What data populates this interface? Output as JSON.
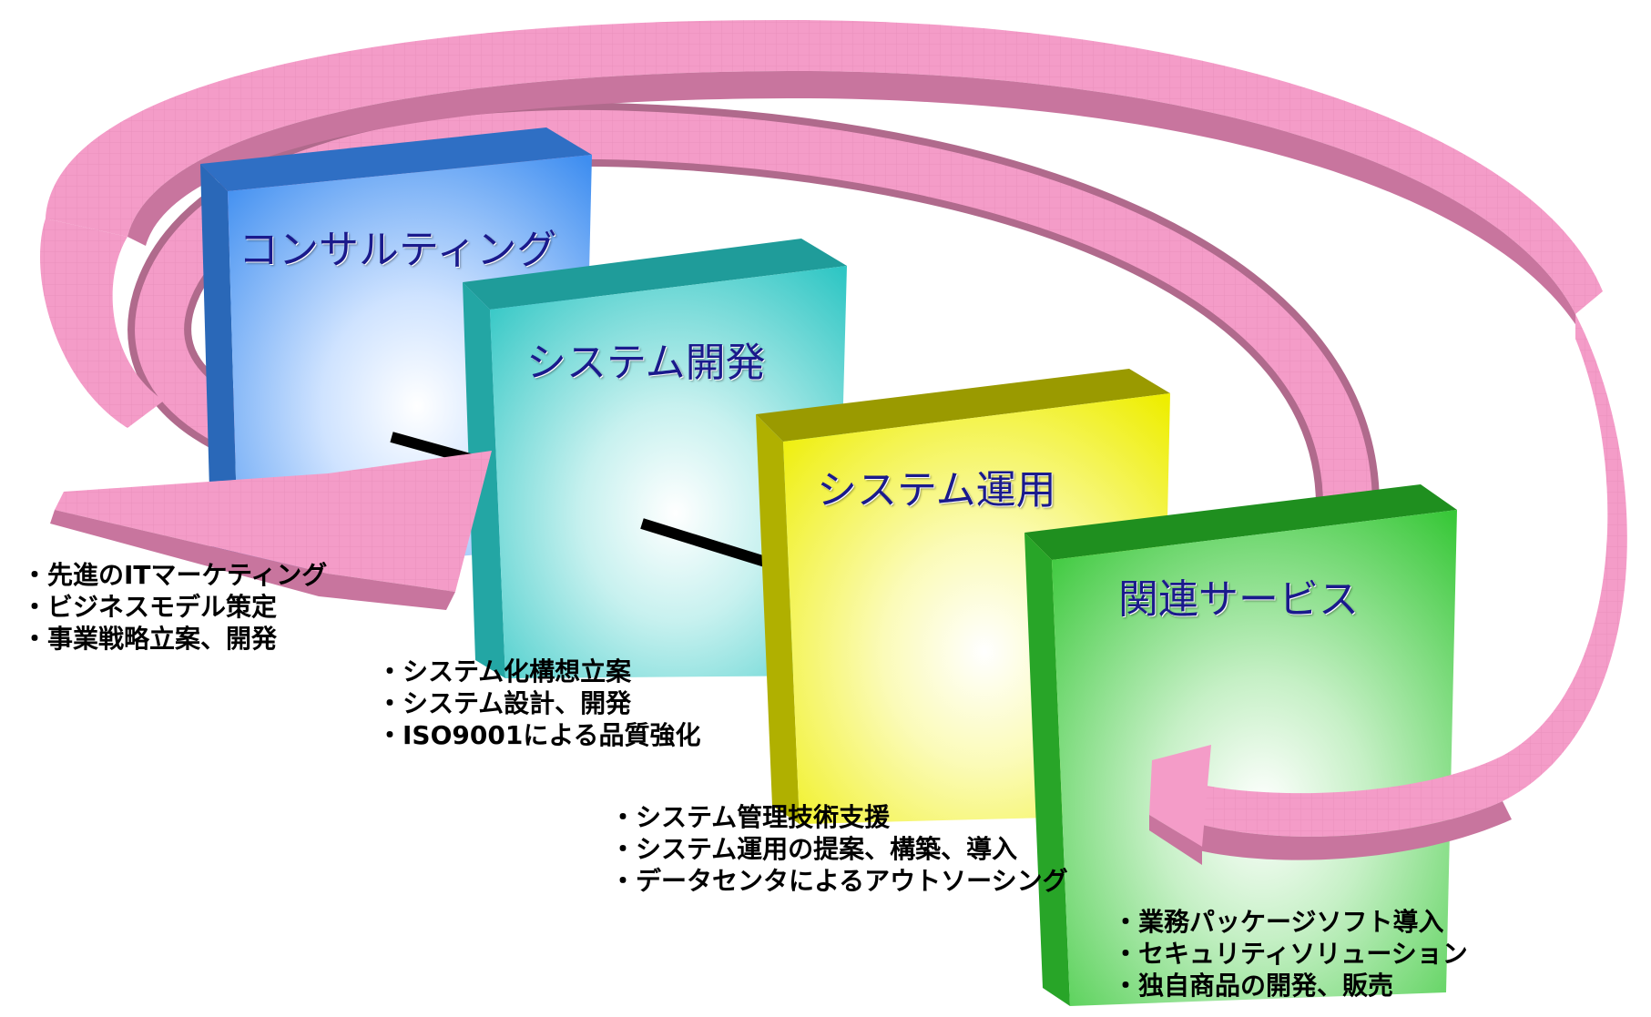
{
  "blocks": [
    {
      "title": "コンサルティング",
      "color": "#3f8ef0",
      "bullets": [
        "・先進のITマーケティング",
        "・ビジネスモデル策定",
        "・事業戦略立案、開発"
      ]
    },
    {
      "title": "システム開発",
      "color": "#2fc6c4",
      "bullets": [
        "・システム化構想立案",
        "・システム設計、開発",
        "・ISO9001による品質強化"
      ]
    },
    {
      "title": "システム運用",
      "color": "#e8e800",
      "bullets": [
        "・システム管理技術支援",
        "・システム運用の提案、構築、導入",
        "・データセンタによるアウトソーシング"
      ]
    },
    {
      "title": "関連サービス",
      "color": "#3cc83c",
      "bullets": [
        "・業務パッケージソフト導入",
        "・セキュリティソリューション",
        "・独自商品の開発、販売"
      ]
    }
  ],
  "arrow_color": "#f49cc8"
}
